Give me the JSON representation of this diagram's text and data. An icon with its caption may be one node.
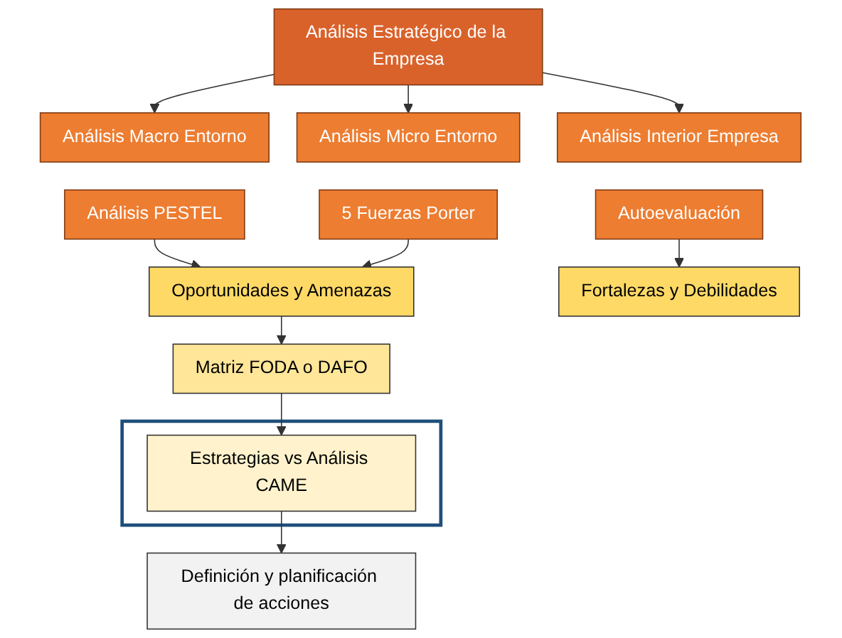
{
  "diagram": {
    "nodes": [
      {
        "text": [
          "Análisis Estratégico de la Empresa"
        ]
      },
      {
        "text": [
          "Análisis Macro Entorno"
        ]
      },
      {
        "text": [
          "Análisis PESTEL"
        ]
      },
      {
        "text": [
          "Análisis Micro Entorno"
        ]
      },
      {
        "text": [
          "5 Fuerzas Porter"
        ]
      },
      {
        "text": [
          "Análisis Interior Empresa"
        ]
      },
      {
        "text": [
          "Autoevaluación"
        ]
      },
      {
        "text": [
          "Oportunidades y Amenazas"
        ]
      },
      {
        "text": [
          "Fortalezas y Debilidades"
        ]
      },
      {
        "text": [
          "Matriz FODA o DAFO"
        ]
      },
      {
        "text": [],
        "shape": "box"
      },
      {
        "text": [
          "Estrategias vs Análisis CAME"
        ],
        "in": 10
      },
      {
        "text": [
          "Definición y planificación de acciones"
        ]
      }
    ],
    "edges": [
      {
        "from": 0,
        "to": 1,
        "arrow": "to"
      },
      {
        "from": 0,
        "to": 3,
        "arrow": "to"
      },
      {
        "from": 0,
        "to": 5,
        "arrow": "to"
      },
      {
        "from": 2,
        "to": 7,
        "arrow": "to"
      },
      {
        "from": 4,
        "to": 7,
        "arrow": "to"
      },
      {
        "from": 6,
        "to": 8,
        "arrow": "to"
      },
      {
        "from": 7,
        "to": 9,
        "arrow": "to"
      },
      {
        "from": 9,
        "to": 11,
        "arrow": "to"
      },
      {
        "from": 11,
        "to": 12,
        "arrow": "to"
      }
    ]
  }
}
